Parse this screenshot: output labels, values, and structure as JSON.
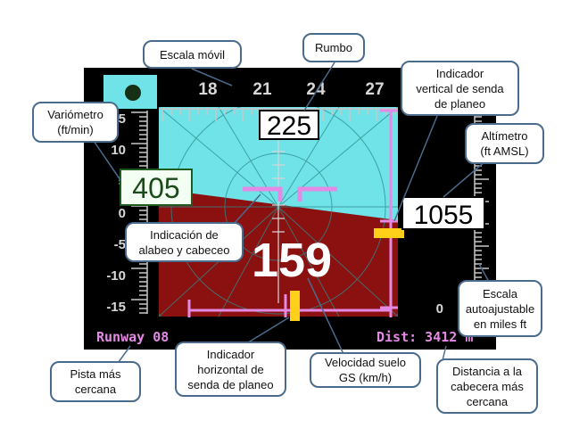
{
  "display": {
    "heading_scale_labels": [
      "18",
      "21",
      "24",
      "27"
    ],
    "heading_value": "225",
    "vario_scale_labels": [
      "15",
      "10",
      "5",
      "0",
      "-5",
      "-10",
      "-15"
    ],
    "vario_value": "405",
    "altitude_value": "1055",
    "altitude_scale_label": "0",
    "groundspeed_value": "159",
    "runway_label": "Runway 08",
    "distance_label": "Dist: 3412 m"
  },
  "callouts": {
    "moving_scale": "Escala móvil",
    "heading": "Rumbo",
    "vertical_glide": "Indicador\nvertical de senda\nde planeo",
    "variometer": "Variómetro\n(ft/min)",
    "altimeter": "Altímetro\n(ft AMSL)",
    "attitude": "Indicación de\nalabeo y cabeceo",
    "autoscale": "Escala\nautoajustable\nen miles ft",
    "nearest_runway": "Pista más\ncercana",
    "horizontal_glide": "Indicador\nhorizontal de\nsenda de planeo",
    "groundspeed": "Velocidad suelo\nGS (km/h)",
    "threshold_distance": "Distancia a la\ncabecera más\ncercana"
  },
  "colors": {
    "sky": "#6fe3e8",
    "ground": "#8b1010",
    "frame": "#000000",
    "magenta": "#e48ae4",
    "yellow": "#ffd01a",
    "scale": "#c8c8c8",
    "callout_border": "#4a6b8c"
  }
}
